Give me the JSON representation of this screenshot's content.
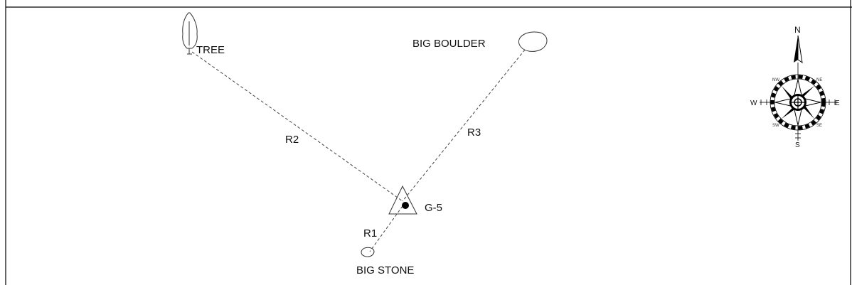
{
  "landmarks": {
    "tree": "TREE",
    "big_boulder": "BIG BOULDER",
    "big_stone": "BIG STONE"
  },
  "station": {
    "label": "G-5"
  },
  "measurements": {
    "r1": "R1",
    "r2": "R2",
    "r3": "R3"
  },
  "compass": {
    "north": "N",
    "south": "S",
    "east": "E",
    "west": "W",
    "ne": "NE",
    "nw": "NW",
    "se": "SE",
    "sw": "SW"
  },
  "colors": {
    "ink": "#111111",
    "dash": "#444444"
  }
}
